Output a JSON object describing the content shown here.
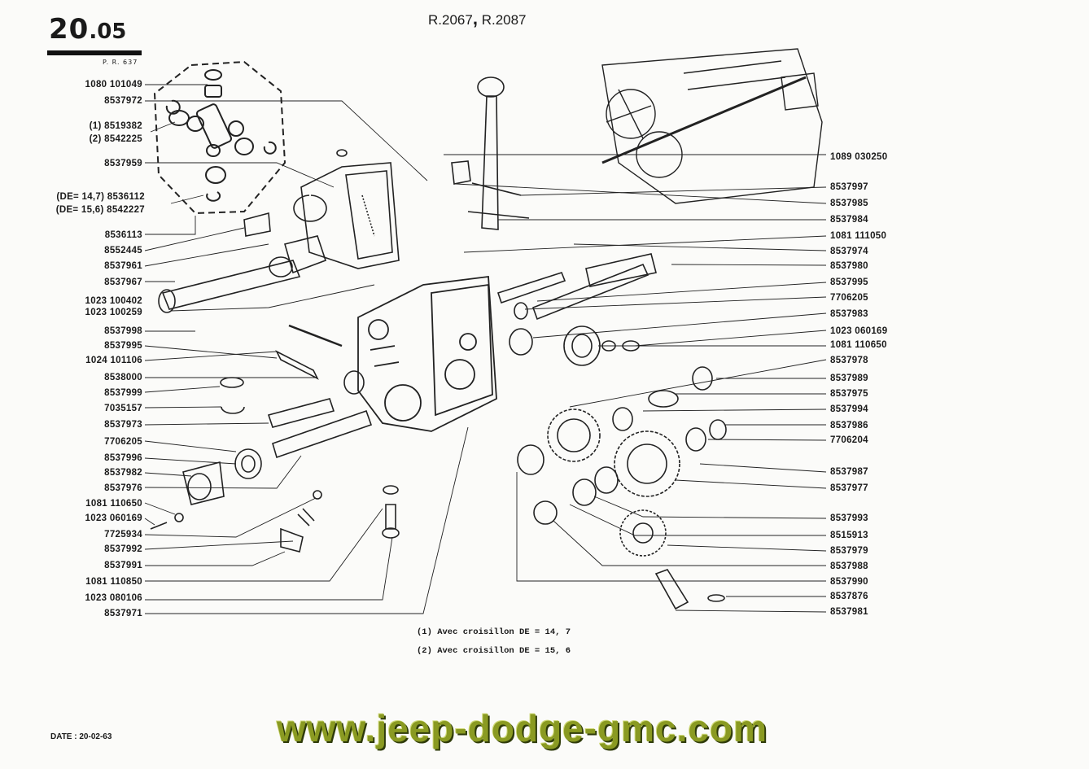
{
  "header": {
    "page_major": "20",
    "page_minor": ".05",
    "pr_ref": "P. R. 637",
    "model_1": "R.2067",
    "separator": ",",
    "model_2": "R.2087"
  },
  "left_labels": [
    "1080 101049",
    "8537972",
    "(1) 8519382",
    "(2) 8542225",
    "8537959",
    "(DE= 14,7) 8536112",
    "(DE= 15,6) 8542227",
    "8536113",
    "8552445",
    "8537961",
    "8537967",
    "1023 100402",
    "1023 100259",
    "8537998",
    "8537995",
    "1024 101106",
    "8538000",
    "8537999",
    "7035157",
    "8537973",
    "7706205",
    "8537996",
    "8537982",
    "8537976",
    "1081 110650",
    "1023 060169",
    "7725934",
    "8537992",
    "8537991",
    "1081 110850",
    "1023 080106",
    "8537971"
  ],
  "right_labels": [
    "1089 030250",
    "8537997",
    "8537985",
    "8537984",
    "1081 111050",
    "8537974",
    "8537980",
    "8537995",
    "7706205",
    "8537983",
    "1023 060169",
    "1081 110650",
    "8537978",
    "8537989",
    "8537975",
    "8537994",
    "8537986",
    "7706204",
    "8537987",
    "8537977",
    "8537993",
    "8515913",
    "8537979",
    "8537988",
    "8537990",
    "8537876",
    "8537981"
  ],
  "notes": [
    "(1)  Avec croisillon  DE = 14, 7",
    "(2)  Avec croisillon  DE = 15, 6"
  ],
  "footer": {
    "date": "DATE : 20-02-63",
    "watermark": "www.jeep-dodge-gmc.com"
  },
  "colors": {
    "ink": "#1a1a1a",
    "watermark": "#8a9a22"
  }
}
